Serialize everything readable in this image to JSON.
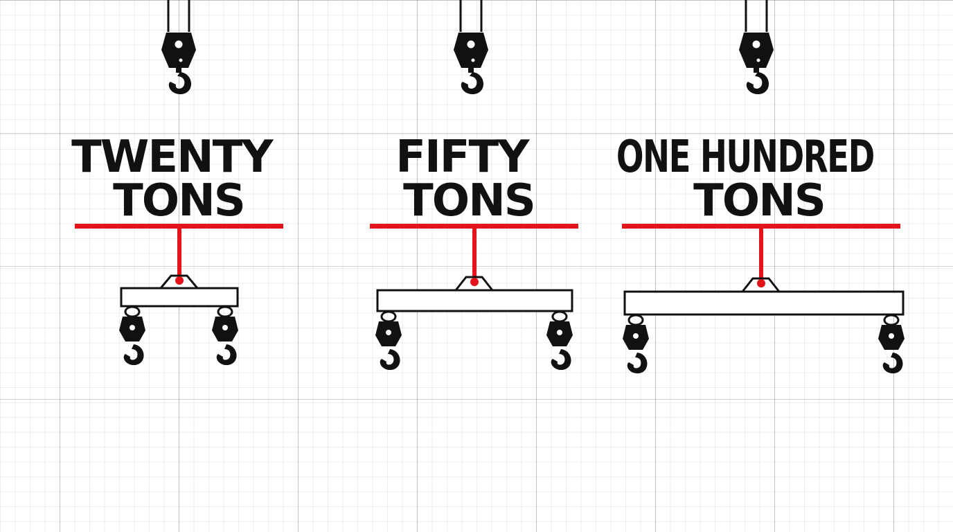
{
  "colors": {
    "ink": "#111111",
    "accent_red": "#e3151b",
    "beam_fill": "#ffffff",
    "grid": "#cccccc"
  },
  "groups": [
    {
      "id": "twenty",
      "label_lines": [
        "TWENTY",
        "TONS"
      ]
    },
    {
      "id": "fifty",
      "label_lines": [
        "FIFTY",
        "TONS"
      ]
    },
    {
      "id": "one-hundred",
      "label_lines": [
        "ONE HUNDRED",
        "TONS"
      ]
    }
  ],
  "icons": {
    "crane_hook": "crane-hook-icon",
    "spreader_beam": "spreader-beam-icon",
    "lifting_hook": "lifting-hook-icon"
  }
}
